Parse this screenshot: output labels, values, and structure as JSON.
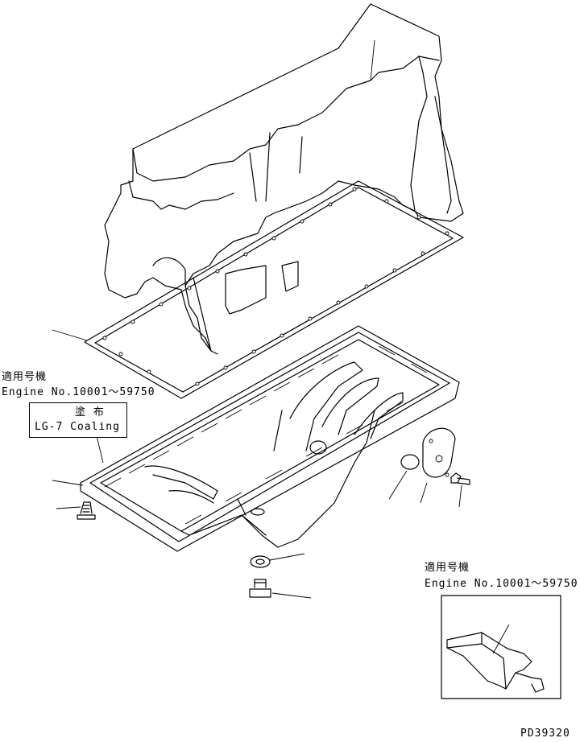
{
  "annotations": {
    "engine_range_label_jp": "適用号機",
    "engine_range_label_en": "Engine No.10001～59750",
    "coating_label_jp": "塗 布",
    "coating_label_en": "LG-7 Coaling",
    "inset_range_label_jp": "適用号機",
    "inset_range_label_en": "Engine No.10001～59750"
  },
  "drawing_number": "PD39320"
}
